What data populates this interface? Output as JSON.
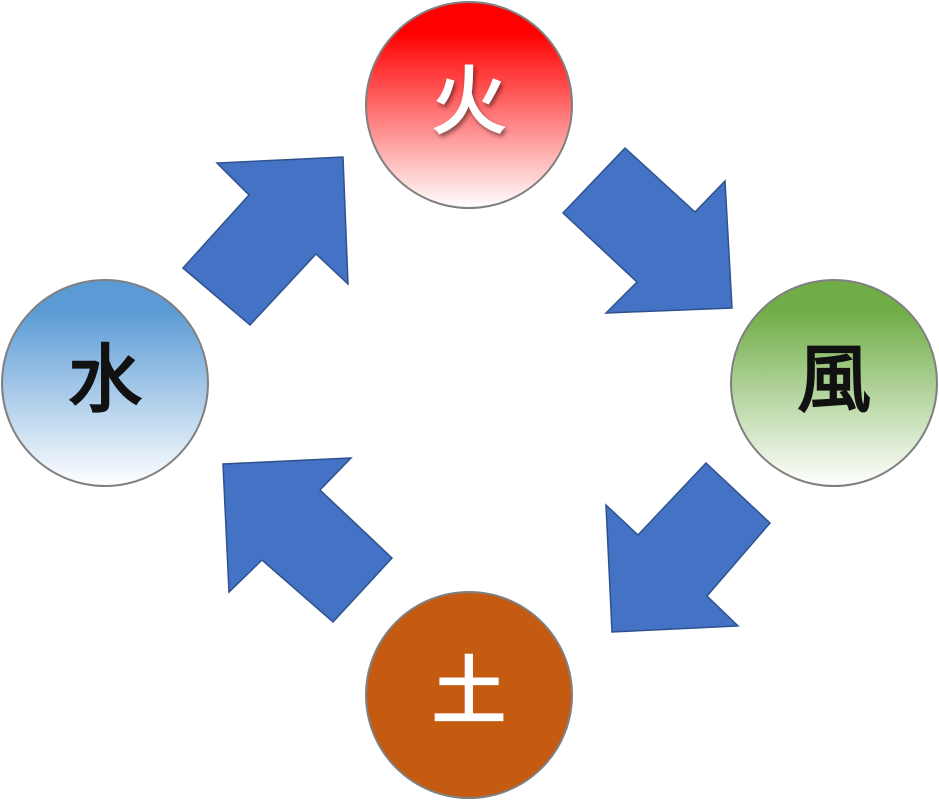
{
  "elements": {
    "fire": {
      "label": "火",
      "color_top": "#ff0000",
      "color_bottom": "#ffffff",
      "text_color": "#ffffff"
    },
    "wind": {
      "label": "風",
      "color_top": "#70ad47",
      "color_bottom": "#ffffff",
      "text_color": "#111111"
    },
    "earth": {
      "label": "土",
      "color_top": "#c55a11",
      "color_bottom": "#c55a11",
      "text_color": "#ffffff"
    },
    "water": {
      "label": "水",
      "color_top": "#5b9bd5",
      "color_bottom": "#ffffff",
      "text_color": "#111111"
    }
  },
  "arrow_color": "#4472c4",
  "cycle": [
    "fire",
    "wind",
    "earth",
    "water"
  ]
}
